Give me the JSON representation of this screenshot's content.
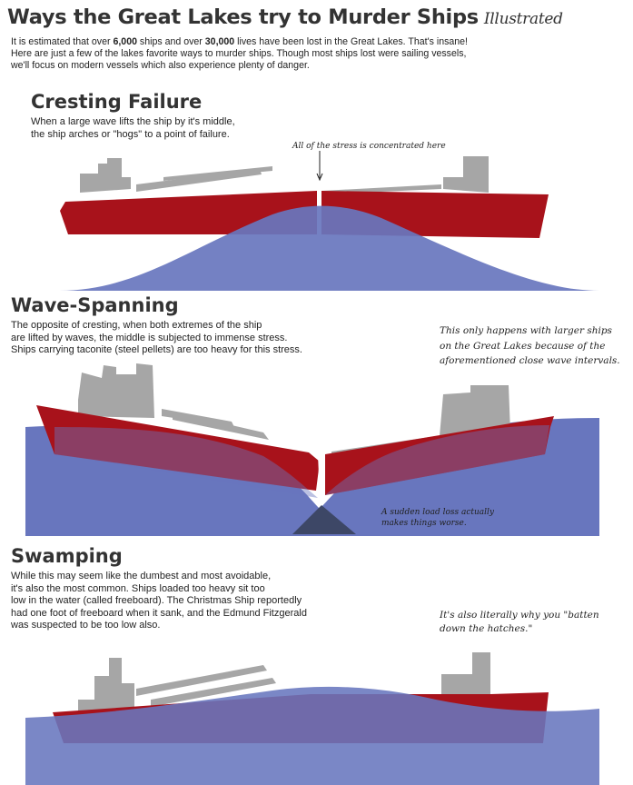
{
  "header": {
    "title": "Ways the Great Lakes try to Murder Ships",
    "title_suffix": "Illustrated",
    "intro": {
      "p1": "It is estimated that over ",
      "ships": "6,000",
      "p2": " ships and over ",
      "lives": "30,000",
      "p3": " lives have been lost in the Great Lakes. That's insane!",
      "line2": "Here are just a few of the lakes favorite ways to murder ships. Though most ships lost were sailing vessels,",
      "line3": "we'll focus on modern vessels which also experience plenty of danger."
    }
  },
  "sections": {
    "cresting": {
      "title": "Cresting Failure",
      "desc_line1": "When a large wave lifts the ship by it's middle,",
      "desc_line2": "the ship arches or \"hogs\" to a point of failure.",
      "note": "All of the stress is concentrated here"
    },
    "spanning": {
      "title": "Wave-Spanning",
      "desc_line1": "The opposite of cresting, when both extremes of the ship",
      "desc_line2": "are lifted by waves, the middle is subjected to immense stress.",
      "desc_line3": "Ships carrying taconite (steel pellets) are too heavy for this stress.",
      "note_line1": "This only happens with larger ships",
      "note_line2": "on the Great Lakes because of the",
      "note_line3": "aforementioned close wave intervals.",
      "load_note_line1": "A sudden load loss actually",
      "load_note_line2": "makes things worse."
    },
    "swamping": {
      "title": "Swamping",
      "desc_line1": "While this may seem like the dumbest and most avoidable,",
      "desc_line2": "it's also the most common. Ships loaded too heavy sit too",
      "desc_line3": "low in the water (called freeboard). The Christmas Ship reportedly",
      "desc_line4": "had one foot of freeboard when it sank, and the Edmund Fitzgerald",
      "desc_line5": "was suspected to be too low also.",
      "note_line1": "It's also literally why you \"batten",
      "note_line2": "down the hatches.\""
    }
  },
  "colors": {
    "hull": "#a8121b",
    "water": "#6876be",
    "cabin": "#a6a6a6",
    "pellets": "#3d4766"
  }
}
